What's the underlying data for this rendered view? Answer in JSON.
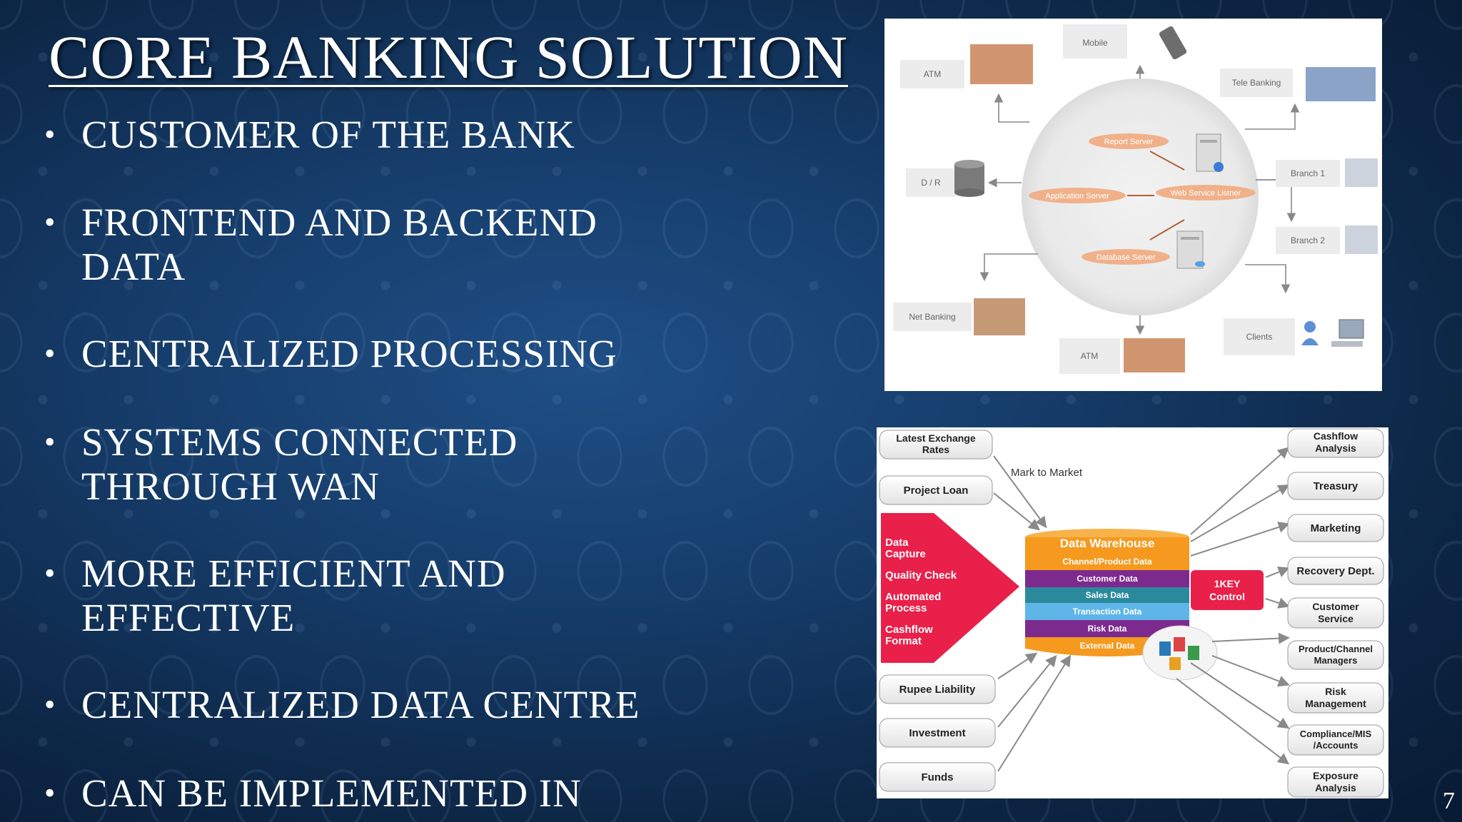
{
  "slide": {
    "title": "CORE BANKING SOLUTION",
    "bullet_glyph": "•",
    "page_number": "7",
    "bullets": [
      "CUSTOMER OF THE BANK",
      "FRONTEND AND BACKEND DATA",
      "CENTRALIZED PROCESSING",
      "SYSTEMS CONNECTED THROUGH WAN",
      "MORE EFFICIENT AND EFFECTIVE",
      "CENTRALIZED DATA CENTRE",
      "CAN BE IMPLEMENTED IN"
    ]
  },
  "network_diagram": {
    "core_labels": [
      "Report Server",
      "Application Server",
      "Web Service Listner",
      "Database Server"
    ],
    "channels": {
      "atm_top": "ATM",
      "mobile": "Mobile",
      "tele_banking": "Tele Banking",
      "dr": "D / R",
      "branch1": "Branch 1",
      "branch2": "Branch 2",
      "net_banking": "Net Banking",
      "atm_bottom": "ATM",
      "clients": "Clients"
    }
  },
  "warehouse_diagram": {
    "inputs": [
      "Latest Exchange Rates",
      "Project Loan",
      "Rupee Liability",
      "Investment",
      "Funds"
    ],
    "mark_to_market": "Mark to Market",
    "funnel_items": [
      "Data Capture",
      "Quality Check",
      "Automated Process",
      "Cashflow Format"
    ],
    "warehouse_title": "Data Warehouse",
    "layers": [
      "Channel/Product Data",
      "Customer Data",
      "Sales Data",
      "Transaction Data",
      "Risk Data",
      "External Data"
    ],
    "control": "1KEY Control",
    "outputs": [
      "Cashflow Analysis",
      "Treasury",
      "Marketing",
      "Recovery Dept.",
      "Customer Service",
      "Product/Channel Managers",
      "Risk Management",
      "Compliance/MIS /Accounts",
      "Exposure Analysis"
    ],
    "colors": {
      "funnel": "#e8204a",
      "control": "#e8204a",
      "layers": [
        "#f59a1e",
        "#7d2a8f",
        "#2a8a9c",
        "#5fb5e8",
        "#7d2a8f",
        "#f59a1e"
      ]
    }
  }
}
